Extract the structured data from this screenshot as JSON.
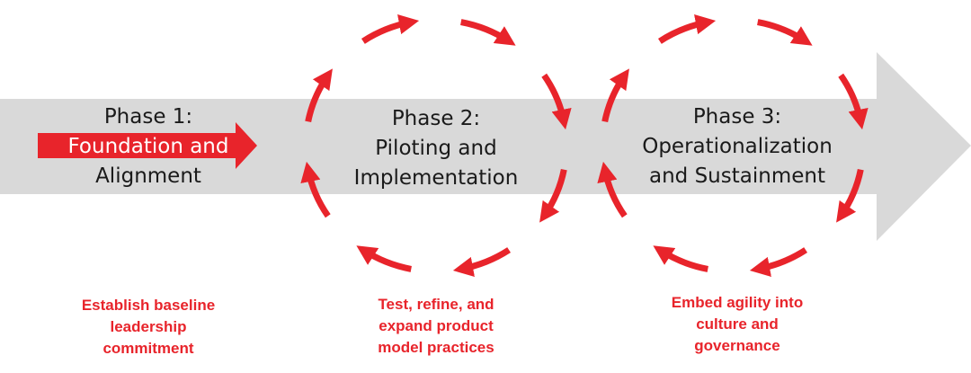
{
  "colors": {
    "band": "#d9d9d9",
    "accent": "#e8242b",
    "text": "#1a1a1a"
  },
  "phases": [
    {
      "title": "Phase 1:",
      "lines": [
        "Foundation and",
        "Alignment"
      ],
      "description": [
        "Establish baseline",
        "leadership",
        "commitment"
      ]
    },
    {
      "title": "Phase 2:",
      "lines": [
        "Piloting and",
        "Implementation"
      ],
      "description": [
        "Test, refine, and",
        "expand product",
        "model practices"
      ]
    },
    {
      "title": "Phase 3:",
      "lines": [
        "Operationalization",
        "and Sustainment"
      ],
      "description": [
        "Embed agility into",
        "culture and",
        "governance"
      ]
    }
  ]
}
